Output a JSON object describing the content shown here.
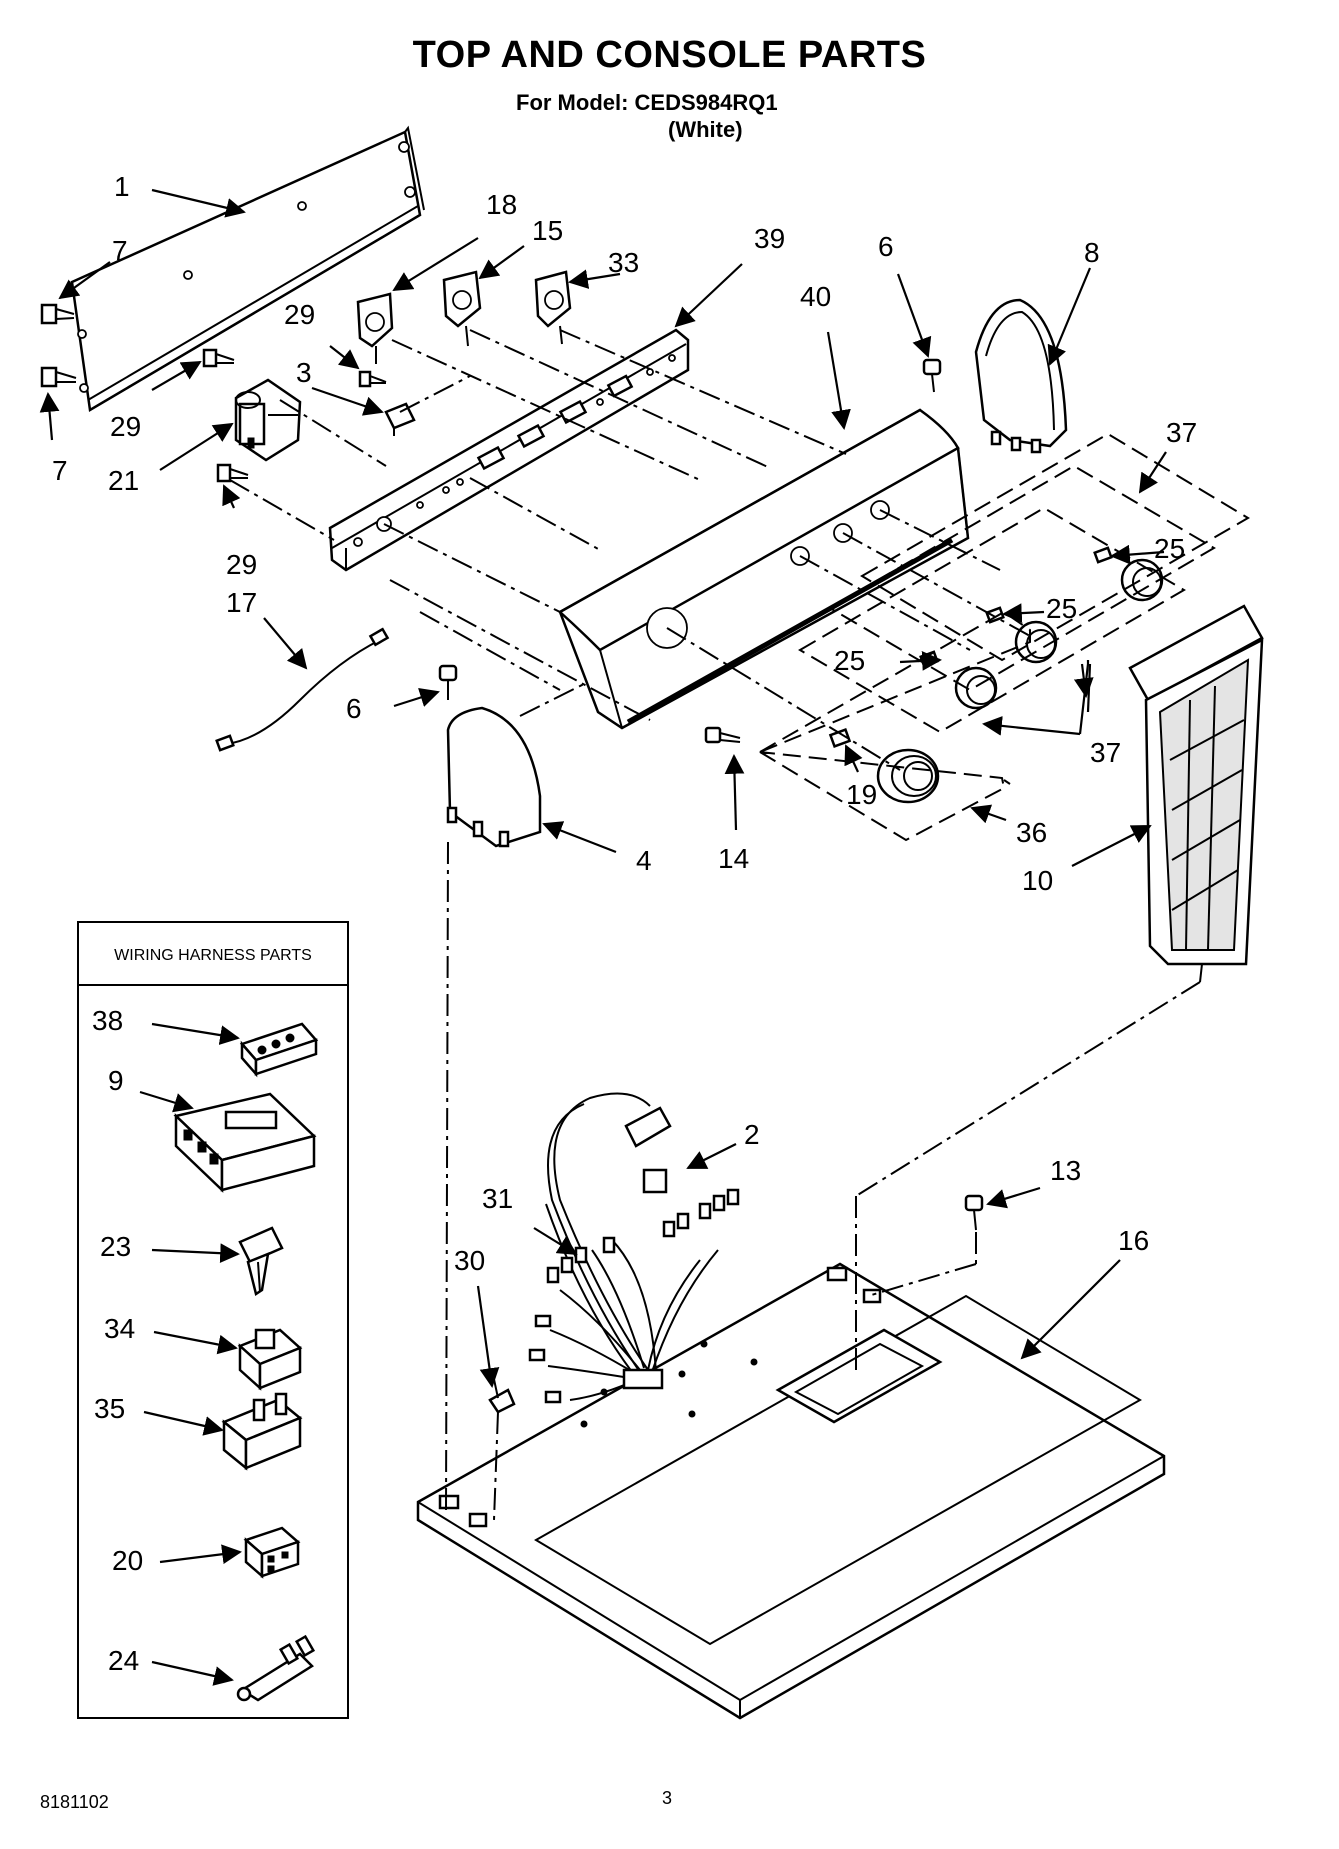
{
  "header": {
    "title": "TOP AND CONSOLE PARTS",
    "model_line": "For Model: CEDS984RQ1",
    "color_line": "(White)"
  },
  "wiring_box": {
    "title": "WIRING HARNESS PARTS"
  },
  "callouts": {
    "c1": "1",
    "c7a": "7",
    "c7b": "7",
    "c29a": "29",
    "c29b": "29",
    "c29c": "29",
    "c3": "3",
    "c21": "21",
    "c17": "17",
    "c18": "18",
    "c15": "15",
    "c33": "33",
    "c39": "39",
    "c40": "40",
    "c6a": "6",
    "c6b": "6",
    "c8": "8",
    "c37a": "37",
    "c37b": "37",
    "c25a": "25",
    "c25b": "25",
    "c25c": "25",
    "c19": "19",
    "c36": "36",
    "c14": "14",
    "c4": "4",
    "c10": "10",
    "c38": "38",
    "c9": "9",
    "c23": "23",
    "c34": "34",
    "c35": "35",
    "c20": "20",
    "c24": "24",
    "c2": "2",
    "c31": "31",
    "c30": "30",
    "c13": "13",
    "c16": "16"
  },
  "footer": {
    "doc_number": "8181102",
    "page_number": "3"
  }
}
